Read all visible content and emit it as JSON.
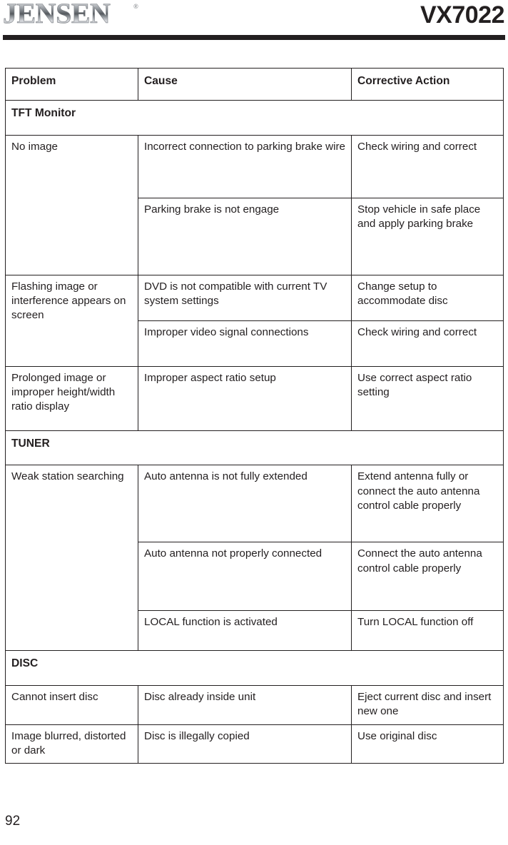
{
  "header": {
    "brand": "JENSEN",
    "brand_trademark": "®",
    "model": "VX7022"
  },
  "table": {
    "columns": [
      "Problem",
      "Cause",
      "Corrective Action"
    ],
    "sections": [
      {
        "title": "TFT Monitor",
        "rows": [
          {
            "problem": "No image",
            "entries": [
              {
                "cause": "Incorrect connection to parking brake wire",
                "action": "Check wiring and correct"
              },
              {
                "cause": "Parking brake is not engage",
                "action": "Stop vehicle in safe place and apply parking brake"
              }
            ]
          },
          {
            "problem": "Flashing image or interference appears on screen",
            "entries": [
              {
                "cause": "DVD is not compatible with current TV system settings",
                "action": "Change setup to accommodate disc"
              },
              {
                "cause": "Improper video signal connections",
                "action": "Check wiring and correct"
              }
            ]
          },
          {
            "problem": "Prolonged image or improper height/width ratio display",
            "entries": [
              {
                "cause": "Improper aspect ratio setup",
                "action": "Use correct aspect ratio setting"
              }
            ]
          }
        ]
      },
      {
        "title": "TUNER",
        "rows": [
          {
            "problem": "Weak station searching",
            "entries": [
              {
                "cause": "Auto antenna is not fully extended",
                "action": "Extend antenna fully or connect the auto antenna control cable properly"
              },
              {
                "cause": "Auto antenna not properly connected",
                "action": "Connect the auto antenna control cable properly"
              },
              {
                "cause": "LOCAL function is activated",
                "action": "Turn LOCAL function off"
              }
            ]
          }
        ]
      },
      {
        "title": "DISC",
        "rows": [
          {
            "problem": "Cannot insert disc",
            "entries": [
              {
                "cause": "Disc already inside unit",
                "action": "Eject current disc and insert new one"
              }
            ]
          },
          {
            "problem": "Image blurred, distorted or dark",
            "entries": [
              {
                "cause": "Disc is illegally copied",
                "action": "Use original disc"
              }
            ]
          }
        ]
      }
    ]
  },
  "footer": {
    "page_number": "92"
  }
}
